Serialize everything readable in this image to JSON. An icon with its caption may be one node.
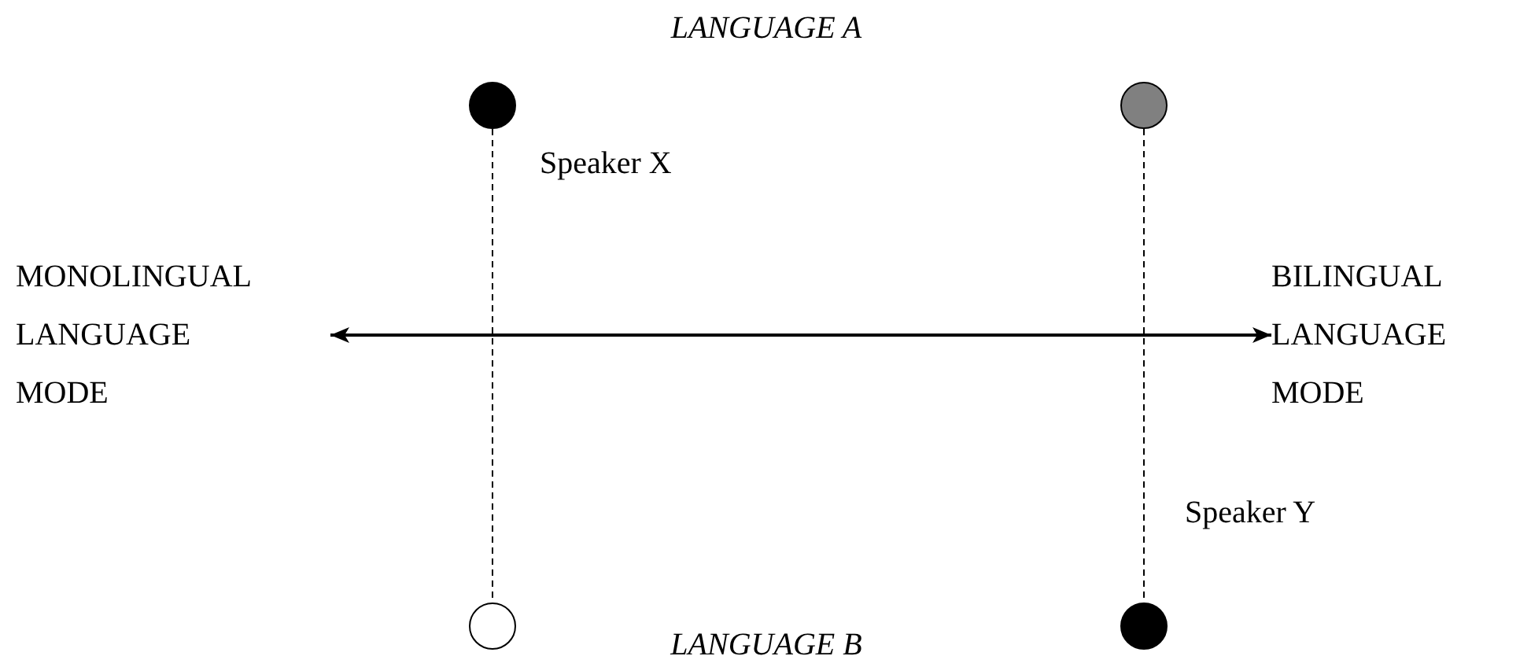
{
  "diagram": {
    "nodes": [
      {
        "text": [],
        "shape": "circle"
      },
      {
        "text": [],
        "shape": "circle"
      },
      {
        "text": [
          "MONOLINGUAL LANGUAGE MODE"
        ]
      },
      {
        "text": [
          "BILINGUAL LANGUAGE MODE"
        ]
      },
      {
        "text": [],
        "shape": "circle"
      },
      {
        "text": [],
        "shape": "circle"
      }
    ],
    "edges": [
      {
        "from": 0,
        "to": 4,
        "arrow": "none",
        "style": "dashed"
      },
      {
        "from": 1,
        "to": 5,
        "arrow": "none",
        "style": "dashed"
      },
      {
        "from": 2,
        "to": 3,
        "arrow": "both"
      }
    ],
    "labels": [
      "LANGUAGE A",
      "Speaker X",
      "Speaker Y",
      "LANGUAGE B"
    ]
  }
}
